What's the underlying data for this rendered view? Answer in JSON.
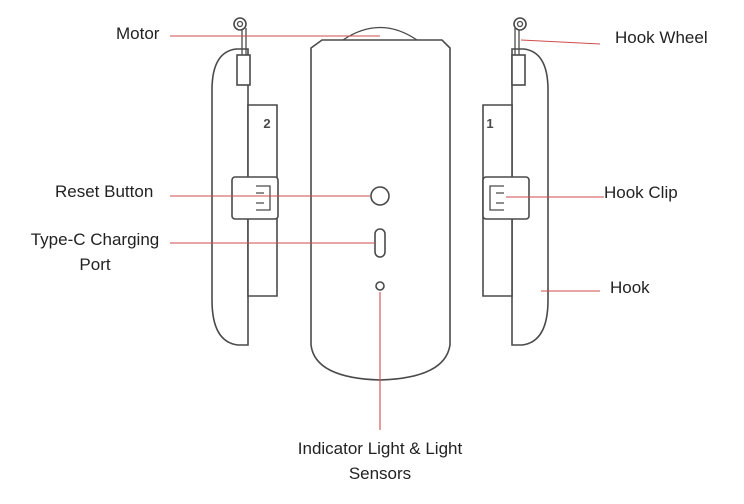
{
  "labels": {
    "motor": "Motor",
    "hook_wheel": "Hook Wheel",
    "reset_button": "Reset Button",
    "hook_clip": "Hook Clip",
    "type_c_line1": "Type-C Charging",
    "type_c_line2": "Port",
    "hook": "Hook",
    "indicator_line1": "Indicator Light & Light",
    "indicator_line2": "Sensors"
  },
  "hook_numbers": {
    "left": "2",
    "right": "1"
  },
  "colors": {
    "leader_line": "#cf4c4c",
    "outline": "#4a4a4a",
    "text": "#222222",
    "background": "#ffffff"
  }
}
